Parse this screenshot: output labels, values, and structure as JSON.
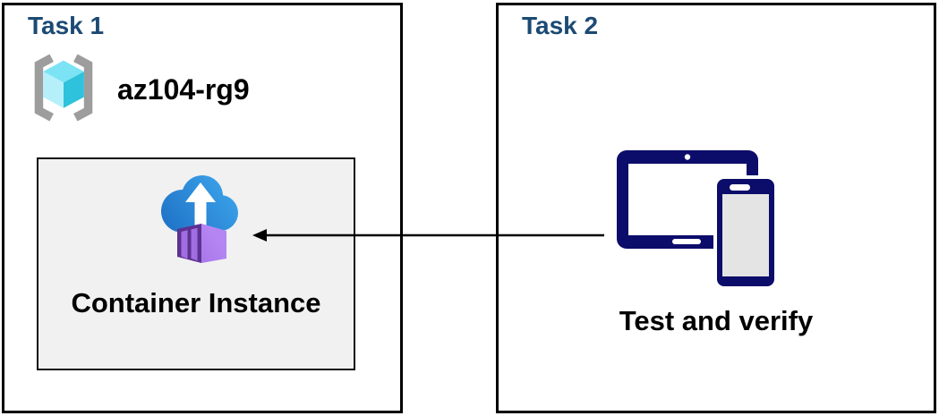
{
  "diagram": {
    "task1": {
      "title": "Task 1",
      "resource_group_name": "az104-rg9",
      "container_label": "Container Instance"
    },
    "task2": {
      "title": "Task 2",
      "devices_label": "Test and verify"
    },
    "arrow": {
      "from": "tablet-and-phone-icon",
      "to": "container-instance-icon",
      "direction": "right-to-left"
    }
  },
  "icons": {
    "resource_group": "resource-group-icon",
    "container_instance": "container-instance-icon",
    "devices": "tablet-and-phone-icon"
  },
  "colors": {
    "heading_blue": "#1b4a74",
    "box_border": "#000000",
    "container_box_bg": "#f1f1f1",
    "device_navy": "#0c0c6b",
    "cloud_blue_dark": "#1e70c5",
    "cloud_blue_light": "#3fa9ee",
    "container_purple_dark": "#5d3191",
    "container_purple_mid": "#a16ee2",
    "container_purple_light": "#a976ec",
    "cube_top": "#7ce3f4",
    "cube_left": "#b5f0fa",
    "cube_right": "#2fc2dc",
    "bracket_gray": "#9d9d9d",
    "arrow_black": "#000000"
  }
}
